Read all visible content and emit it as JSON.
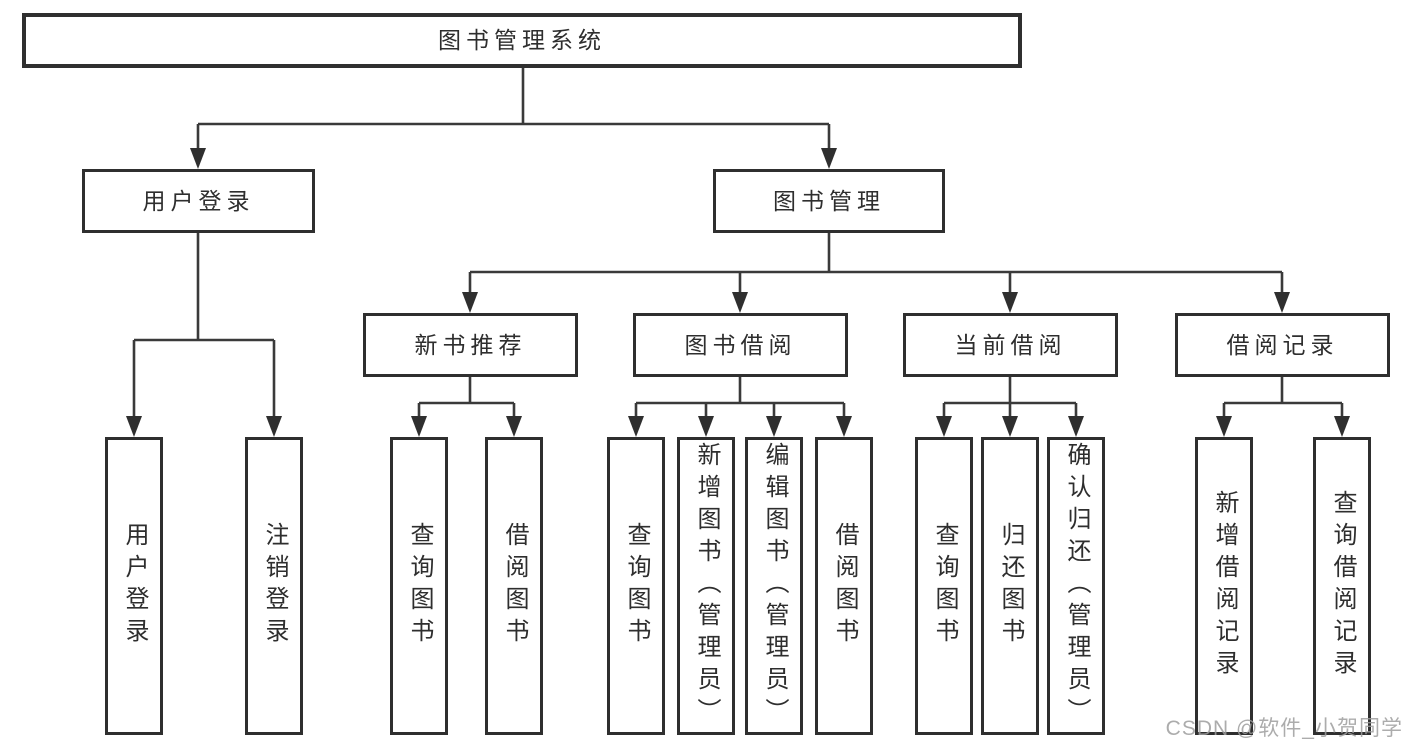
{
  "tree": {
    "label": "图书管理系统",
    "children": [
      {
        "label": "用户登录",
        "children": [
          {
            "label": "用户登录"
          },
          {
            "label": "注销登录"
          }
        ]
      },
      {
        "label": "图书管理",
        "children": [
          {
            "label": "新书推荐",
            "children": [
              {
                "label": "查询图书"
              },
              {
                "label": "借阅图书"
              }
            ]
          },
          {
            "label": "图书借阅",
            "children": [
              {
                "label": "查询图书"
              },
              {
                "label": "新增图书（管理员）"
              },
              {
                "label": "编辑图书（管理员）"
              },
              {
                "label": "借阅图书"
              }
            ]
          },
          {
            "label": "当前借阅",
            "children": [
              {
                "label": "查询图书"
              },
              {
                "label": "归还图书"
              },
              {
                "label": "确认归还（管理员）"
              }
            ]
          },
          {
            "label": "借阅记录",
            "children": [
              {
                "label": "新增借阅记录"
              },
              {
                "label": "查询借阅记录"
              }
            ]
          }
        ]
      }
    ]
  },
  "watermark": {
    "text": "CSDN @软件_小贺同学"
  },
  "colors": {
    "line": "#3a3a3a",
    "border": "#2f2f2f",
    "text": "#2e2e2e",
    "watermark": "#9e9e9e"
  }
}
